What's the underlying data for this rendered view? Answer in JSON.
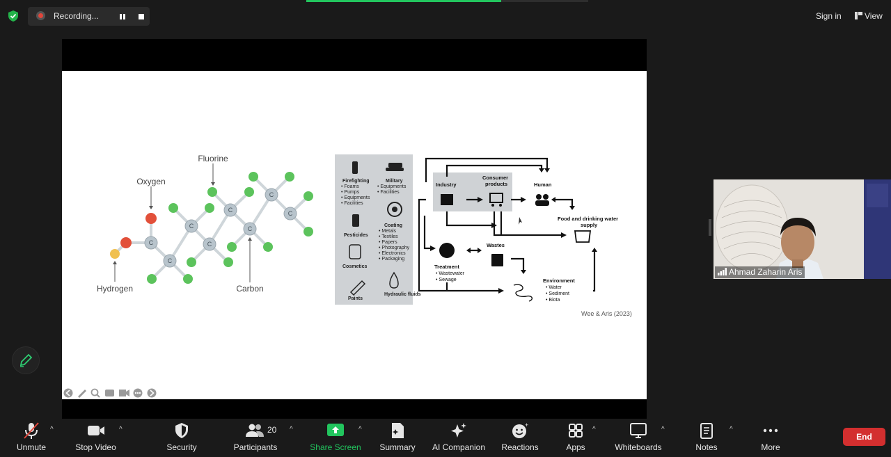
{
  "topbar": {
    "recording_label": "Recording...",
    "signin_label": "Sign in",
    "view_label": "View"
  },
  "slide": {
    "molecule_labels": {
      "fluorine": "Fluorine",
      "oxygen": "Oxygen",
      "hydrogen": "Hydrogen",
      "carbon": "Carbon",
      "carbon_symbol": "C"
    },
    "diagram": {
      "categories": [
        {
          "title": "Firefighting",
          "items": [
            "Foams",
            "Pumps",
            "Equipments",
            "Facilities"
          ]
        },
        {
          "title": "Military",
          "items": [
            "Equipments",
            "Facilities"
          ]
        },
        {
          "title": "Pesticides",
          "items": []
        },
        {
          "title": "Coating",
          "items": [
            "Metals",
            "Textiles",
            "Papers",
            "Photography",
            "Electronics",
            "Packaging"
          ]
        },
        {
          "title": "Cosmetics",
          "items": []
        },
        {
          "title": "Paints",
          "items": []
        },
        {
          "title": "Hydraulic fluids",
          "items": []
        }
      ],
      "nodes": {
        "industry": "Industry",
        "consumer_products_1": "Consumer",
        "consumer_products_2": "products",
        "human": "Human",
        "food_1": "Food and drinking water",
        "food_2": "supply",
        "wastes": "Wastes",
        "treatment": "Treatment",
        "treatment_items": [
          "Wastewater",
          "Sewage"
        ],
        "environment": "Environment",
        "environment_items": [
          "Water",
          "Sediment",
          "Biota"
        ]
      }
    },
    "citation": "Wee & Aris (2023)"
  },
  "participant": {
    "name": "Ahmad Zaharin Aris"
  },
  "toolbar": {
    "unmute": "Unmute",
    "stop_video": "Stop Video",
    "security": "Security",
    "participants": "Participants",
    "participants_count": "20",
    "share_screen": "Share Screen",
    "summary": "Summary",
    "ai_companion": "AI Companion",
    "reactions": "Reactions",
    "apps": "Apps",
    "whiteboards": "Whiteboards",
    "notes": "Notes",
    "more": "More",
    "end": "End"
  },
  "colors": {
    "share_green": "#22c55e",
    "end_red": "#d32f2f",
    "fluorine_green": "#5cc35c",
    "oxygen_red": "#e2503a",
    "hydrogen_yellow": "#f0c050",
    "carbon_gray": "#b8c4cc"
  }
}
